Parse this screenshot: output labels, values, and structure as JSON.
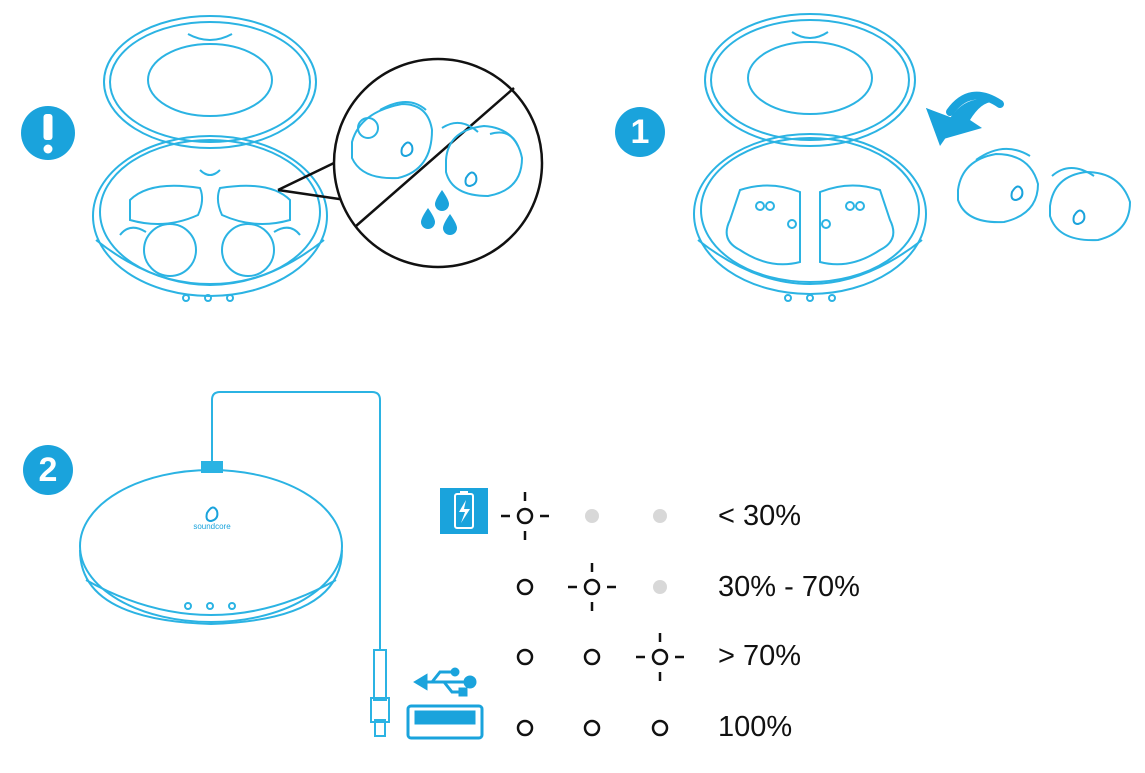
{
  "colors": {
    "accent": "#1aa3dc",
    "outline": "#2bb3e3",
    "dark": "#111111",
    "led_off": "#d8d8d8"
  },
  "steps": {
    "warning_symbol": "!",
    "step1_number": "1",
    "step2_number": "2"
  },
  "case_brand": "soundcore",
  "battery_table": {
    "rows": [
      {
        "leds": [
          "blink",
          "off",
          "off"
        ],
        "label": "< 30%"
      },
      {
        "leds": [
          "on",
          "blink",
          "off"
        ],
        "label": "30% - 70%"
      },
      {
        "leds": [
          "on",
          "on",
          "blink"
        ],
        "label": "> 70%"
      },
      {
        "leds": [
          "on",
          "on",
          "on"
        ],
        "label": "100%"
      }
    ]
  },
  "icons": {
    "warning": "exclamation-icon",
    "battery": "battery-charging-icon",
    "usb": "usb-icon",
    "usb_port": "usb-port-icon",
    "water": "water-drop-icon",
    "rotate": "rotate-arrow-icon"
  }
}
